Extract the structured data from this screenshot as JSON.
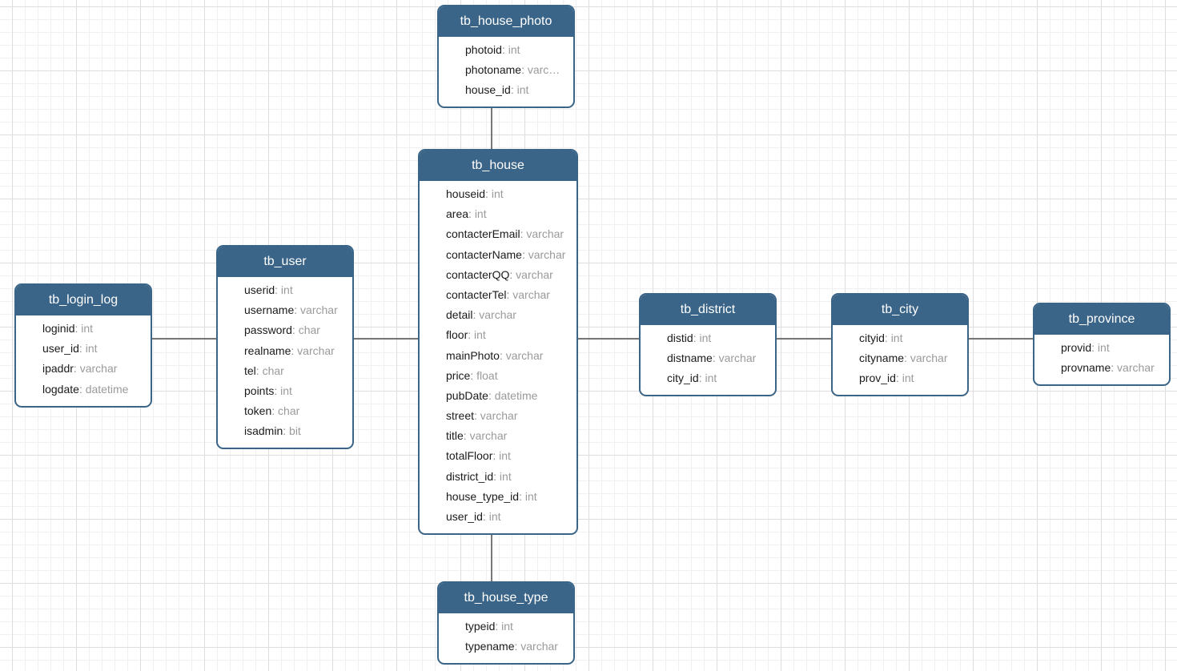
{
  "entities": [
    {
      "id": "tb_house_photo",
      "name": "tb_house_photo",
      "fields": [
        {
          "name": "photoid",
          "type": "int"
        },
        {
          "name": "photoname",
          "type": "varc…"
        },
        {
          "name": "house_id",
          "type": "int"
        }
      ]
    },
    {
      "id": "tb_house",
      "name": "tb_house",
      "fields": [
        {
          "name": "houseid",
          "type": "int"
        },
        {
          "name": "area",
          "type": "int"
        },
        {
          "name": "contacterEmail",
          "type": "varchar"
        },
        {
          "name": "contacterName",
          "type": "varchar"
        },
        {
          "name": "contacterQQ",
          "type": "varchar"
        },
        {
          "name": "contacterTel",
          "type": "varchar"
        },
        {
          "name": "detail",
          "type": "varchar"
        },
        {
          "name": "floor",
          "type": "int"
        },
        {
          "name": "mainPhoto",
          "type": "varchar"
        },
        {
          "name": "price",
          "type": "float"
        },
        {
          "name": "pubDate",
          "type": "datetime"
        },
        {
          "name": "street",
          "type": "varchar"
        },
        {
          "name": "title",
          "type": "varchar"
        },
        {
          "name": "totalFloor",
          "type": "int"
        },
        {
          "name": "district_id",
          "type": "int"
        },
        {
          "name": "house_type_id",
          "type": "int"
        },
        {
          "name": "user_id",
          "type": "int"
        }
      ]
    },
    {
      "id": "tb_user",
      "name": "tb_user",
      "fields": [
        {
          "name": "userid",
          "type": "int"
        },
        {
          "name": "username",
          "type": "varchar"
        },
        {
          "name": "password",
          "type": "char"
        },
        {
          "name": "realname",
          "type": "varchar"
        },
        {
          "name": "tel",
          "type": "char"
        },
        {
          "name": "points",
          "type": "int"
        },
        {
          "name": "token",
          "type": "char"
        },
        {
          "name": "isadmin",
          "type": "bit"
        }
      ]
    },
    {
      "id": "tb_login_log",
      "name": "tb_login_log",
      "fields": [
        {
          "name": "loginid",
          "type": "int"
        },
        {
          "name": "user_id",
          "type": "int"
        },
        {
          "name": "ipaddr",
          "type": "varchar"
        },
        {
          "name": "logdate",
          "type": "datetime"
        }
      ]
    },
    {
      "id": "tb_district",
      "name": "tb_district",
      "fields": [
        {
          "name": "distid",
          "type": "int"
        },
        {
          "name": "distname",
          "type": "varchar"
        },
        {
          "name": "city_id",
          "type": "int"
        }
      ]
    },
    {
      "id": "tb_city",
      "name": "tb_city",
      "fields": [
        {
          "name": "cityid",
          "type": "int"
        },
        {
          "name": "cityname",
          "type": "varchar"
        },
        {
          "name": "prov_id",
          "type": "int"
        }
      ]
    },
    {
      "id": "tb_province",
      "name": "tb_province",
      "fields": [
        {
          "name": "provid",
          "type": "int"
        },
        {
          "name": "provname",
          "type": "varchar"
        }
      ]
    },
    {
      "id": "tb_house_type",
      "name": "tb_house_type",
      "fields": [
        {
          "name": "typeid",
          "type": "int"
        },
        {
          "name": "typename",
          "type": "varchar"
        }
      ]
    }
  ],
  "relationships": [
    {
      "from": "tb_house_photo",
      "to": "tb_house"
    },
    {
      "from": "tb_house",
      "to": "tb_house_type"
    },
    {
      "from": "tb_login_log",
      "to": "tb_user"
    },
    {
      "from": "tb_user",
      "to": "tb_house"
    },
    {
      "from": "tb_house",
      "to": "tb_district"
    },
    {
      "from": "tb_district",
      "to": "tb_city"
    },
    {
      "from": "tb_city",
      "to": "tb_province"
    }
  ],
  "colors": {
    "header_bg": "#3b6588",
    "header_text": "#ffffff",
    "border": "#3b6588",
    "field_name": "#1a1a1a",
    "field_type": "#9a9a9a",
    "connector": "#4a4a4a"
  }
}
